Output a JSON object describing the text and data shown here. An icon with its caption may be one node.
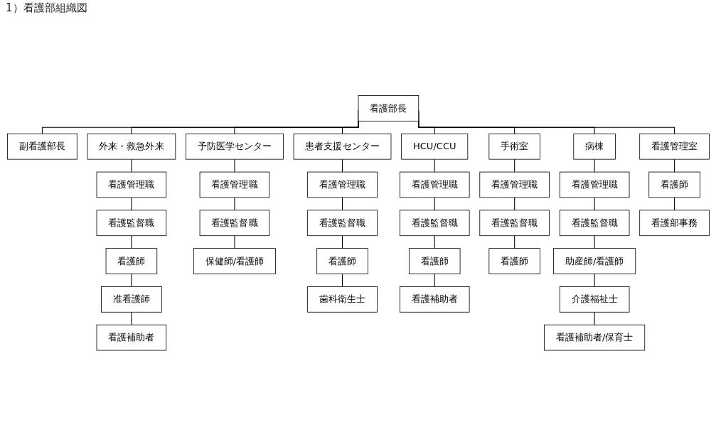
{
  "diagram": {
    "title": "1）看護部組織図",
    "nodes": [
      {
        "text": [
          "看護部長"
        ]
      },
      {
        "text": [
          "副看護部長"
        ]
      },
      {
        "text": [
          "外来・救急外来"
        ]
      },
      {
        "text": [
          "看護管理職"
        ]
      },
      {
        "text": [
          "看護監督職"
        ]
      },
      {
        "text": [
          "看護師"
        ]
      },
      {
        "text": [
          "准看護師"
        ]
      },
      {
        "text": [
          "看護補助者"
        ]
      },
      {
        "text": [
          "予防医学センター"
        ]
      },
      {
        "text": [
          "看護管理職"
        ]
      },
      {
        "text": [
          "看護監督職"
        ]
      },
      {
        "text": [
          "保健師/看護師"
        ]
      },
      {
        "text": [
          "患者支援センター"
        ]
      },
      {
        "text": [
          "看護管理職"
        ]
      },
      {
        "text": [
          "看護監督職"
        ]
      },
      {
        "text": [
          "看護師"
        ]
      },
      {
        "text": [
          "歯科衛生士"
        ]
      },
      {
        "text": [
          "HCU/CCU"
        ]
      },
      {
        "text": [
          "看護管理職"
        ]
      },
      {
        "text": [
          "看護監督職"
        ]
      },
      {
        "text": [
          "看護師"
        ]
      },
      {
        "text": [
          "看護補助者"
        ]
      },
      {
        "text": [
          "手術室"
        ]
      },
      {
        "text": [
          "看護管理職"
        ]
      },
      {
        "text": [
          "看護監督職"
        ]
      },
      {
        "text": [
          "看護師"
        ]
      },
      {
        "text": [
          "病棟"
        ]
      },
      {
        "text": [
          "看護管理職"
        ]
      },
      {
        "text": [
          "看護監督職"
        ]
      },
      {
        "text": [
          "助産師/看護師"
        ]
      },
      {
        "text": [
          "介護福祉士"
        ]
      },
      {
        "text": [
          "看護補助者/保育士"
        ]
      },
      {
        "text": [
          "看護管理室"
        ]
      },
      {
        "text": [
          "看護師"
        ]
      },
      {
        "text": [
          "看護部事務"
        ]
      }
    ],
    "edges": [
      {
        "from": 0,
        "to": 1,
        "arrow": "none"
      },
      {
        "from": 0,
        "to": 2,
        "arrow": "none"
      },
      {
        "from": 0,
        "to": 8,
        "arrow": "none"
      },
      {
        "from": 0,
        "to": 12,
        "arrow": "none"
      },
      {
        "from": 0,
        "to": 17,
        "arrow": "none"
      },
      {
        "from": 0,
        "to": 22,
        "arrow": "none"
      },
      {
        "from": 0,
        "to": 26,
        "arrow": "none"
      },
      {
        "from": 0,
        "to": 32,
        "arrow": "none"
      },
      {
        "from": 2,
        "to": 3,
        "arrow": "none"
      },
      {
        "from": 3,
        "to": 4,
        "arrow": "none"
      },
      {
        "from": 4,
        "to": 5,
        "arrow": "none"
      },
      {
        "from": 5,
        "to": 6,
        "arrow": "none"
      },
      {
        "from": 6,
        "to": 7,
        "arrow": "none"
      },
      {
        "from": 8,
        "to": 9,
        "arrow": "none"
      },
      {
        "from": 9,
        "to": 10,
        "arrow": "none"
      },
      {
        "from": 10,
        "to": 11,
        "arrow": "none"
      },
      {
        "from": 12,
        "to": 13,
        "arrow": "none"
      },
      {
        "from": 13,
        "to": 14,
        "arrow": "none"
      },
      {
        "from": 14,
        "to": 15,
        "arrow": "none"
      },
      {
        "from": 15,
        "to": 16,
        "arrow": "none"
      },
      {
        "from": 17,
        "to": 18,
        "arrow": "none"
      },
      {
        "from": 18,
        "to": 19,
        "arrow": "none"
      },
      {
        "from": 19,
        "to": 20,
        "arrow": "none"
      },
      {
        "from": 20,
        "to": 21,
        "arrow": "none"
      },
      {
        "from": 22,
        "to": 23,
        "arrow": "none"
      },
      {
        "from": 23,
        "to": 24,
        "arrow": "none"
      },
      {
        "from": 24,
        "to": 25,
        "arrow": "none"
      },
      {
        "from": 26,
        "to": 27,
        "arrow": "none"
      },
      {
        "from": 27,
        "to": 28,
        "arrow": "none"
      },
      {
        "from": 28,
        "to": 29,
        "arrow": "none"
      },
      {
        "from": 29,
        "to": 30,
        "arrow": "none"
      },
      {
        "from": 30,
        "to": 31,
        "arrow": "none"
      },
      {
        "from": 32,
        "to": 33,
        "arrow": "none"
      },
      {
        "from": 33,
        "to": 34,
        "arrow": "none"
      }
    ]
  }
}
